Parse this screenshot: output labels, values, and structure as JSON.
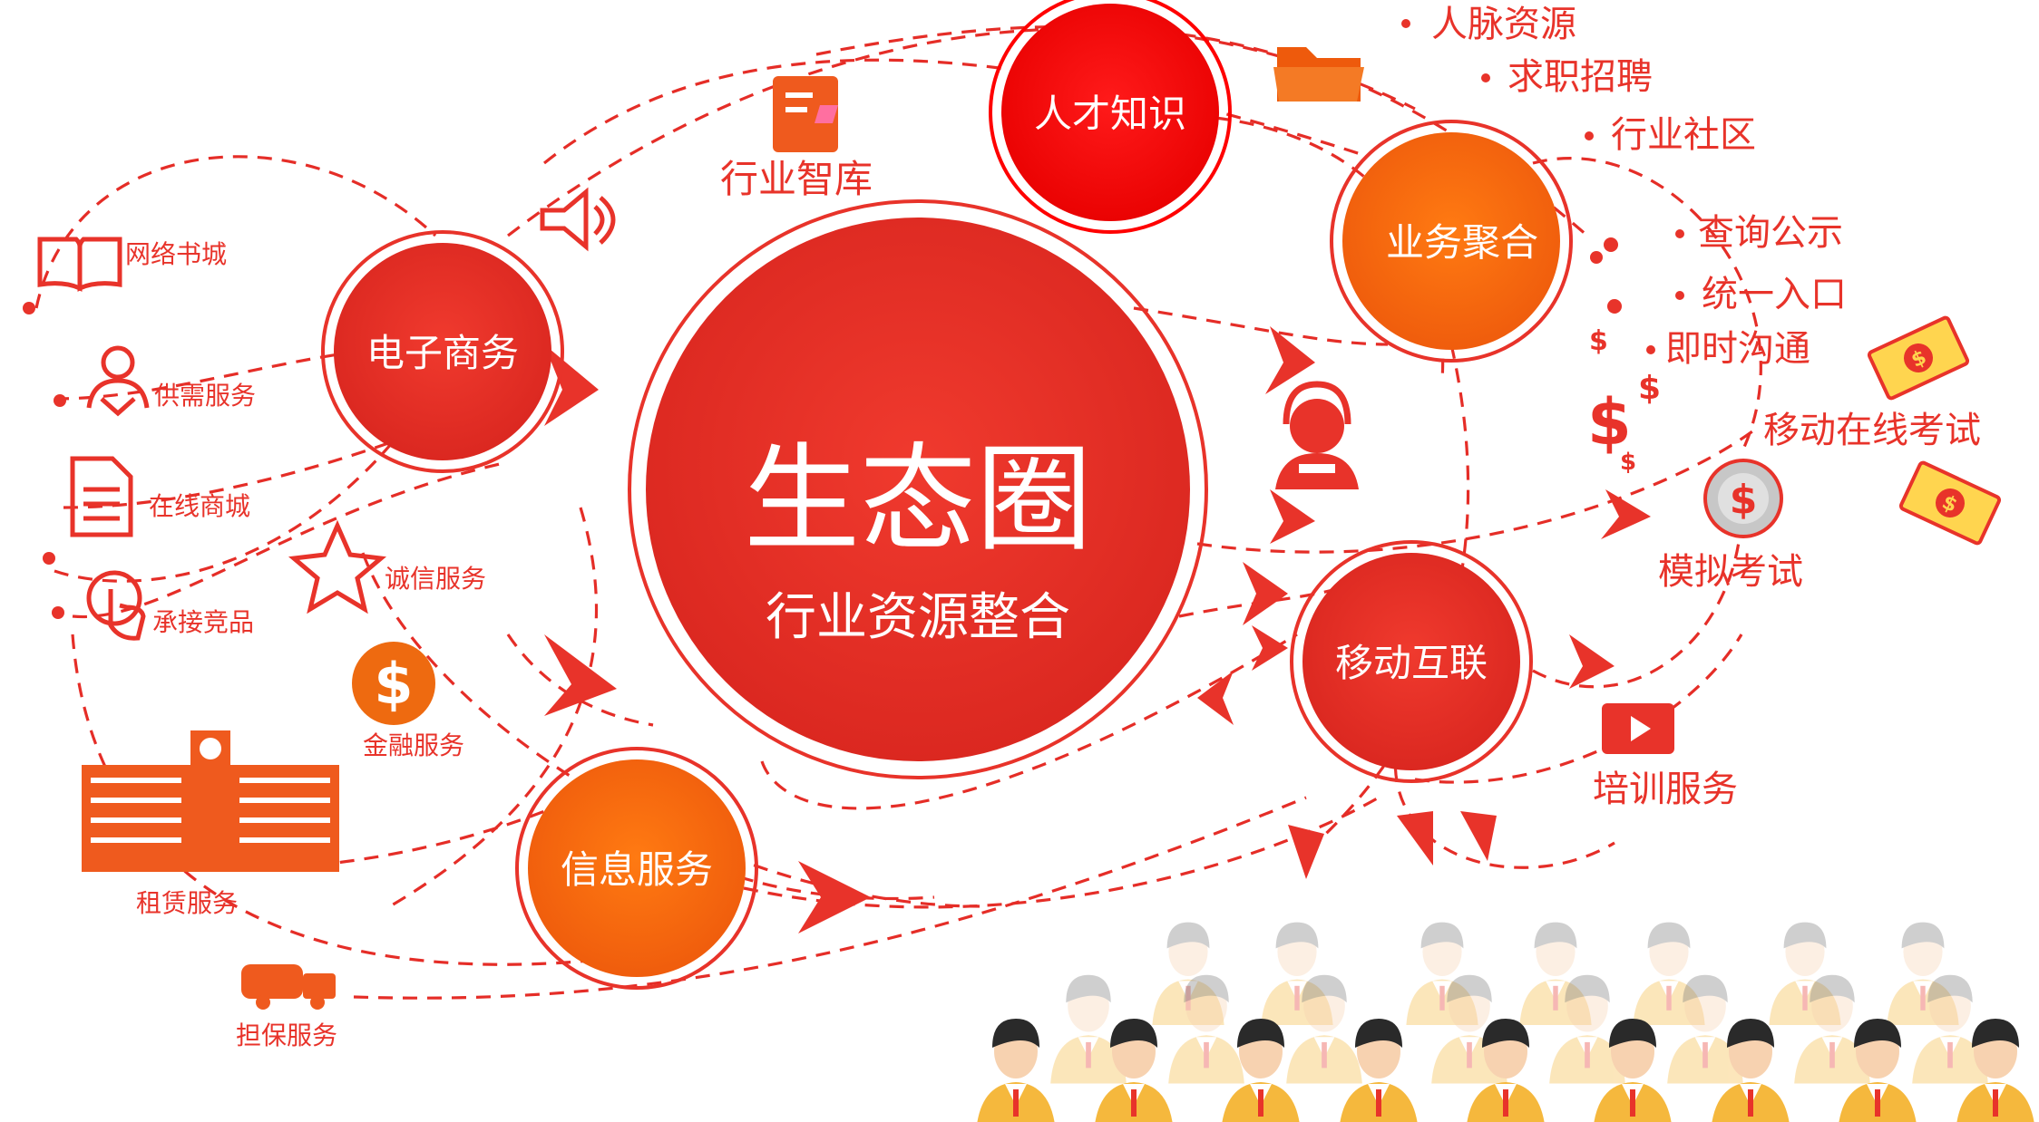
{
  "center": {
    "title": "生态圈",
    "subtitle": "行业资源整合"
  },
  "hubs": {
    "ecommerce": "电子商务",
    "talent": "人才知识",
    "business": "业务聚合",
    "mobile": "移动互联",
    "info": "信息服务"
  },
  "top": {
    "think_tank": "行业智库"
  },
  "left_services": {
    "bookstore": "网络书城",
    "supply": "供需服务",
    "mall": "在线商城",
    "integrity": "诚信服务",
    "bidding": "承接竞品",
    "finance": "金融服务",
    "leasing": "租赁服务",
    "guarantee": "担保服务"
  },
  "right_items": {
    "network": "人脉资源",
    "jobs": "求职招聘",
    "community": "行业社区",
    "query": "查询公示",
    "portal": "统一入口",
    "chat": "即时沟通",
    "mobile_exam": "移动在线考试",
    "mock_exam": "模拟考试",
    "training": "培训服务"
  },
  "icons": [
    "document-icon",
    "speaker-icon",
    "folder-icon",
    "book-icon",
    "user-icon",
    "file-icon",
    "touch-icon",
    "star-icon",
    "dollar-coin-icon",
    "building-icon",
    "truck-icon",
    "headset-agent-icon",
    "money-icon",
    "dollar-sign-icon",
    "coin-icon",
    "video-play-icon",
    "crowd-illustration"
  ],
  "colors": {
    "primary_red": "#e8332a",
    "bright_red": "#ff0000",
    "orange": "#f2640f",
    "dash": "#e52d27"
  }
}
